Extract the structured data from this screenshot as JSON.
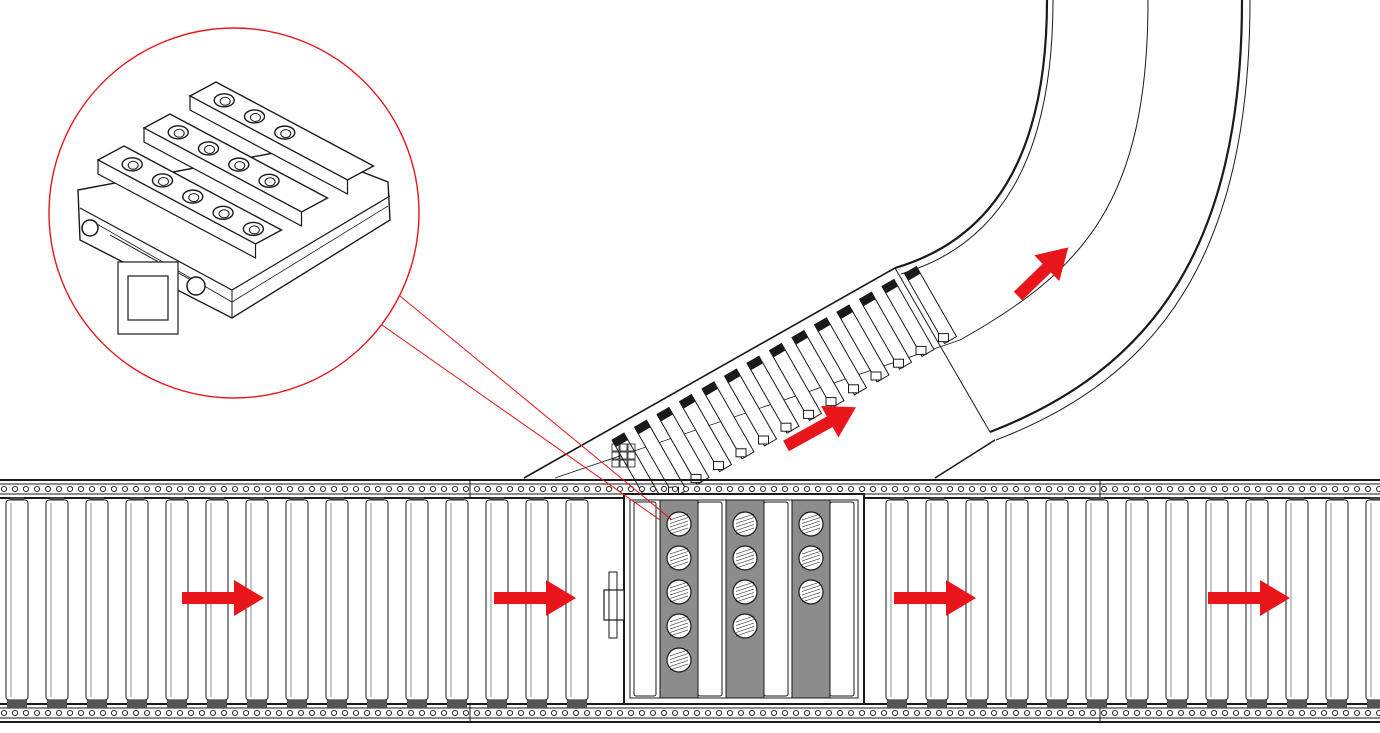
{
  "colors": {
    "accent": "#e8151b",
    "line": "#1a1a1a",
    "plate": "#8c8c8c",
    "background": "#ffffff"
  },
  "diagram": {
    "type": "conveyor-diverter-illustration",
    "main_conveyor": {
      "flow_direction": "right",
      "arrow_count": 4
    },
    "divert_conveyor": {
      "flow_direction": "up-right",
      "arrow_count": 2
    },
    "diverter_module": {
      "wheel_columns": [
        {
          "label": "",
          "wheel_count": 5
        },
        {
          "label": "",
          "wheel_count": 4
        },
        {
          "label": "",
          "wheel_count": 3
        }
      ]
    },
    "callout": {
      "shape": "circle",
      "detail": "diverter-module-3d-view"
    },
    "text_labels": []
  }
}
